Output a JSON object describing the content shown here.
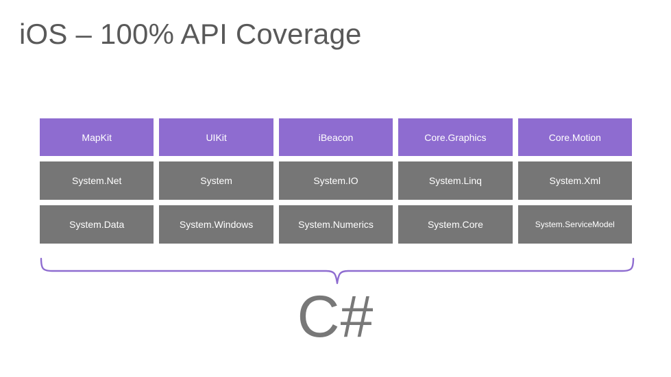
{
  "slide": {
    "title": "iOS – 100% API Coverage",
    "background_color": "#ffffff",
    "title_color": "#595959"
  },
  "colors": {
    "header_purple": "#8e6cd0",
    "body_gray": "#767676",
    "brace_purple": "#8e6cd0",
    "cell_text": "#ffffff",
    "caption_gray": "#787878"
  },
  "table": {
    "columns": 5,
    "rows": [
      {
        "kind": "header",
        "cells": [
          {
            "label": "MapKit"
          },
          {
            "label": "UIKit"
          },
          {
            "label": "iBeacon"
          },
          {
            "label": "Core.Graphics"
          },
          {
            "label": "Core.Motion"
          }
        ]
      },
      {
        "kind": "body",
        "cells": [
          {
            "label": "System.Net"
          },
          {
            "label": "System"
          },
          {
            "label": "System.IO"
          },
          {
            "label": "System.Linq"
          },
          {
            "label": "System.Xml"
          }
        ]
      },
      {
        "kind": "body",
        "cells": [
          {
            "label": "System.Data"
          },
          {
            "label": "System.Windows"
          },
          {
            "label": "System.Numerics"
          },
          {
            "label": "System.Core"
          },
          {
            "label": "System.ServiceModel"
          }
        ]
      }
    ]
  },
  "brace": {
    "icon": "curly-brace-down-icon"
  },
  "caption": {
    "text": "C#"
  }
}
